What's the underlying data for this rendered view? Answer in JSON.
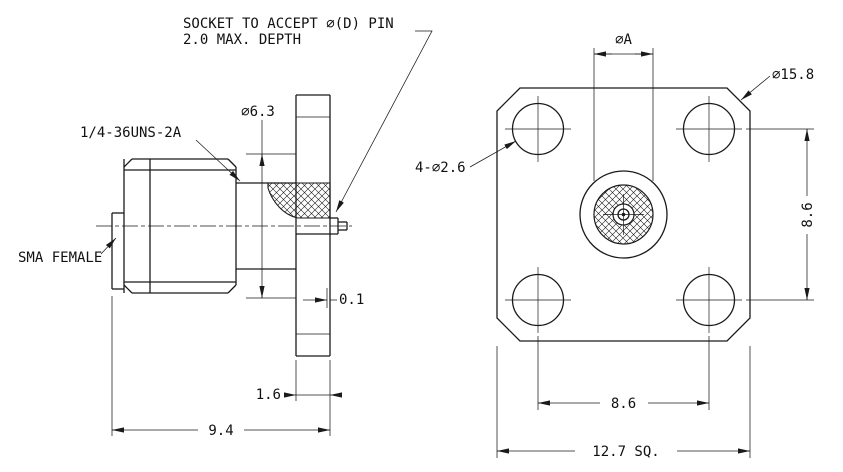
{
  "drawing": {
    "note": {
      "line1": "SOCKET TO ACCEPT ∅(D) PIN",
      "line2": "2.0 MAX. DEPTH"
    },
    "side": {
      "thread_label": "1/4-36UNS-2A",
      "connector_label": "SMA FEMALE",
      "socket_dia": "∅6.3",
      "recess": "0.1",
      "flange_thickness": "1.6",
      "overall_length": "9.4"
    },
    "front": {
      "dielectric_dia": "∅A",
      "corner_dia": "∅15.8",
      "mounting_holes": "4-∅2.6",
      "hole_spacing_vertical": "8.6",
      "hole_spacing_horizontal": "8.6",
      "flange_size": "12.7 SQ."
    },
    "colors": {
      "ink": "#1a1a1a",
      "background": "#ffffff"
    }
  }
}
